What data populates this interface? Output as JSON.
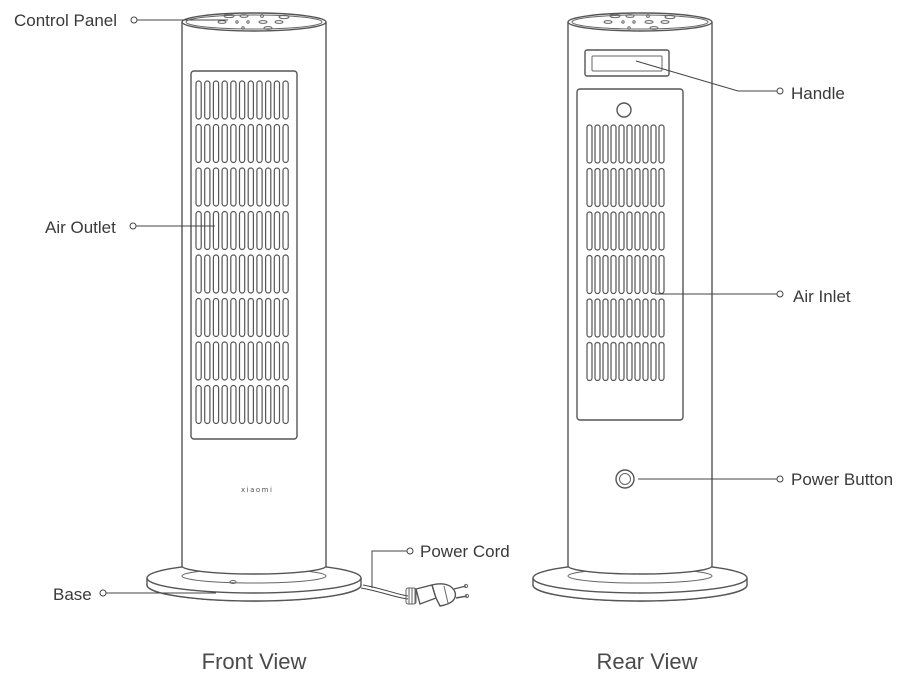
{
  "labels": {
    "control_panel": "Control Panel",
    "air_outlet": "Air Outlet",
    "base": "Base",
    "power_cord": "Power Cord",
    "handle": "Handle",
    "air_inlet": "Air Inlet",
    "power_button": "Power Button"
  },
  "captions": {
    "front": "Front View",
    "rear": "Rear View"
  },
  "brand": "xiaomi"
}
